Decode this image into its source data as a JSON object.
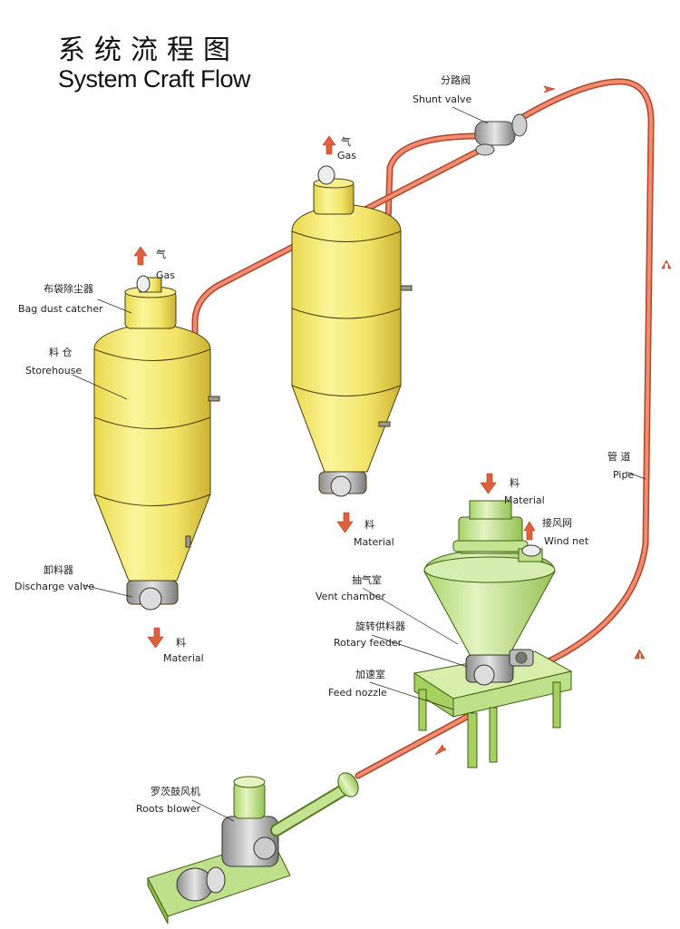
{
  "title": {
    "zh": "系统流程图",
    "en": "System Craft Flow"
  },
  "labels": {
    "shunt_valve": {
      "zh": "分路阀",
      "en": "Shunt valve"
    },
    "gas_right": {
      "zh": "气",
      "en": "Gas"
    },
    "gas_left": {
      "zh": "气",
      "en": "Gas"
    },
    "bag_dust_catcher": {
      "zh": "布袋除尘器",
      "en": "Bag dust catcher"
    },
    "storehouse": {
      "zh": "料 仓",
      "en": "Storehouse"
    },
    "discharge_valve": {
      "zh": "卸料器",
      "en": "Discharge valve"
    },
    "material_left": {
      "zh": "料",
      "en": "Material"
    },
    "material_mid": {
      "zh": "料",
      "en": "Material"
    },
    "material_top": {
      "zh": "料",
      "en": "Material"
    },
    "wind_net": {
      "zh": "接风网",
      "en": "Wind net"
    },
    "pipe": {
      "zh": "管 道",
      "en": "Pipe"
    },
    "vent_chamber": {
      "zh": "抽气室",
      "en": "Vent chamber"
    },
    "rotary_feeder": {
      "zh": "旋转供料器",
      "en": "Rotary feeder"
    },
    "feed_nozzle": {
      "zh": "加速室",
      "en": "Feed nozzle"
    },
    "roots_blower": {
      "zh": "罗茨鼓风机",
      "en": "Roots blower"
    }
  },
  "colors": {
    "silo_yellow": "#f2e86a",
    "silo_shadow": "#d9c23a",
    "pipe_orange": "#e8775a",
    "feeder_green": "#bfe08a",
    "arrow_red": "#e0603c"
  }
}
